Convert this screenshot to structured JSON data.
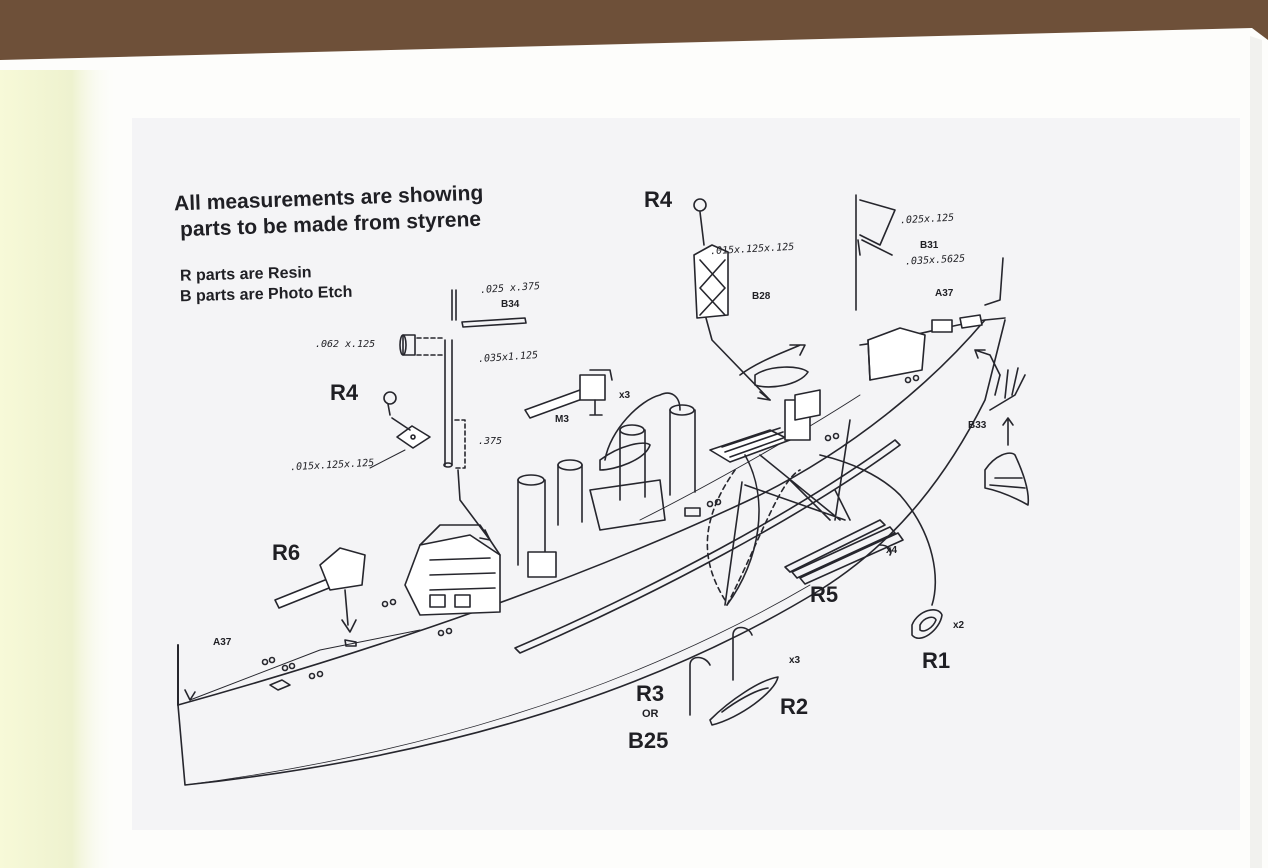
{
  "notes": {
    "line1": "All measurements are showing",
    "line2": "parts to be made from styrene",
    "line3": "R parts are Resin",
    "line4": "B parts are Photo Etch"
  },
  "parts": {
    "r4_left": "R4",
    "r4_top": "R4",
    "r6": "R6",
    "r5": "R5",
    "r1": "R1",
    "r2": "R2",
    "r3": "R3",
    "or": "OR",
    "b25": "B25",
    "m3": "M3",
    "b34": "B34",
    "b28": "B28",
    "b31": "B31",
    "b33": "B33",
    "a37_bow": "A37",
    "a37_stern": "A37"
  },
  "dimensions": {
    "d_025x375": ".025 x.375",
    "d_062x125": ".062 x.125",
    "d_035x1125": ".035x1.125",
    "d_375": ".375",
    "d_015x125x125_left": ".015x.125x.125",
    "d_015x125x125_top": ".015x.125x.125",
    "d_025x125": ".025x.125",
    "d_035x5625": ".035x.5625"
  },
  "quantities": {
    "m3_qty": "x3",
    "r5_qty": "x4",
    "r1_qty": "x2",
    "r2_qty": "x3"
  }
}
